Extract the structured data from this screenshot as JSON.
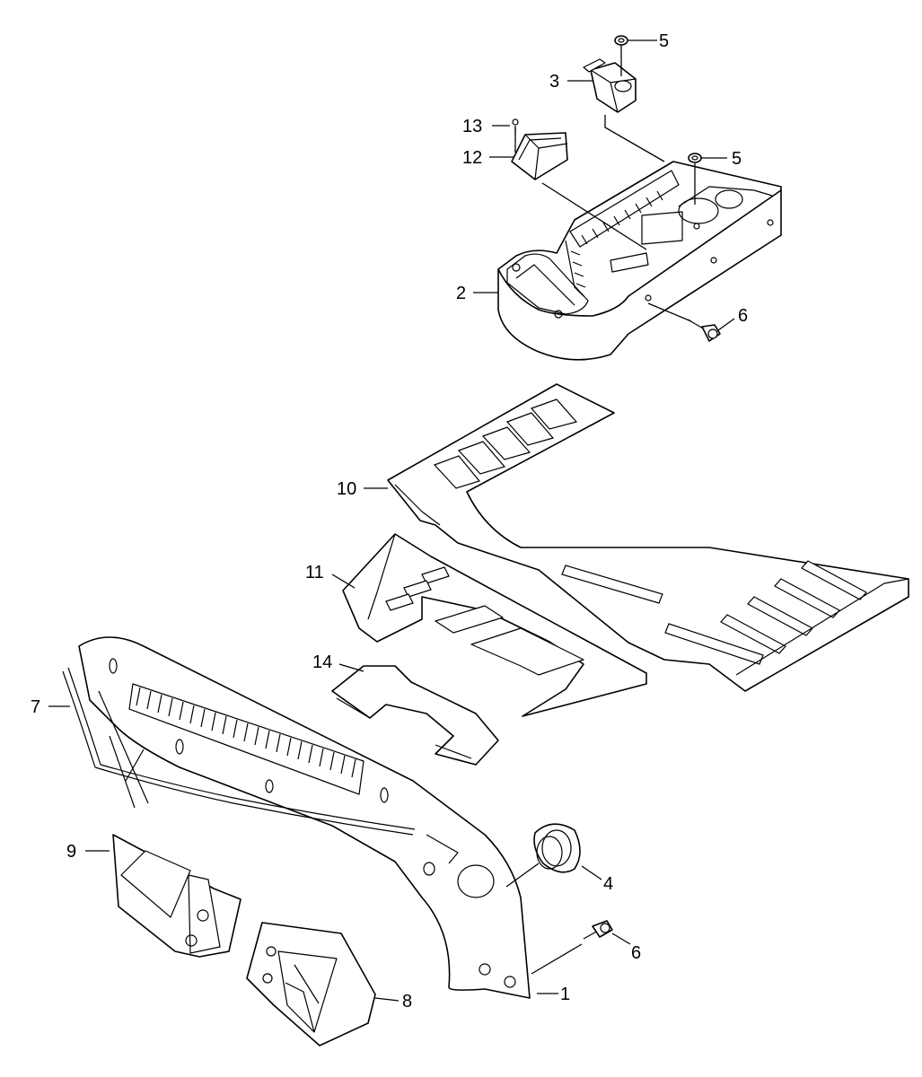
{
  "callouts": [
    {
      "id": "c1",
      "label": "1"
    },
    {
      "id": "c2",
      "label": "2"
    },
    {
      "id": "c3",
      "label": "3"
    },
    {
      "id": "c4",
      "label": "4"
    },
    {
      "id": "c5a",
      "label": "5"
    },
    {
      "id": "c5b",
      "label": "5"
    },
    {
      "id": "c6a",
      "label": "6"
    },
    {
      "id": "c6b",
      "label": "6"
    },
    {
      "id": "c7",
      "label": "7"
    },
    {
      "id": "c8",
      "label": "8"
    },
    {
      "id": "c9",
      "label": "9"
    },
    {
      "id": "c10",
      "label": "10"
    },
    {
      "id": "c11",
      "label": "11"
    },
    {
      "id": "c12",
      "label": "12"
    },
    {
      "id": "c13",
      "label": "13"
    },
    {
      "id": "c14",
      "label": "14"
    }
  ]
}
